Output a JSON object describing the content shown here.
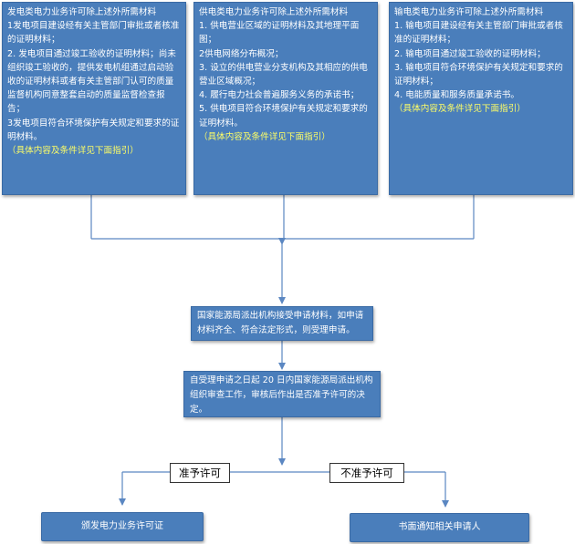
{
  "columns": [
    {
      "title": "发电类电力业务许可除上述外所需材料",
      "items": [
        "1发电项目建设经有关主管部门审批或者核准的证明材料；",
        "2. 发电项目通过竣工验收的证明材料；尚未组织竣工验收的，提供发电机组通过启动验收的证明材料或者有关主管部门认可的质量监督机构同意整套启动的质量监督检查报告；",
        "3发电项目符合环境保护有关规定和要求的证明材料。"
      ],
      "note": "（具体内容及条件详见下面指引）"
    },
    {
      "title": "供电类电力业务许可除上述外所需材料",
      "items": [
        "1. 供电营业区域的证明材料及其地理平面图；",
        "2供电网络分布概况；",
        "3. 设立的供电营业分支机构及其相应的供电营业区域概况；",
        "4. 履行电力社会普遍服务义务的承诺书；",
        "5. 供电项目符合环境保护有关规定和要求的证明材料。"
      ],
      "note": "（具体内容及条件详见下面指引）"
    },
    {
      "title": "输电类电力业务许可除上述外所需材料",
      "items": [
        "1. 输电项目建设经有关主管部门审批或者核准的证明材料；",
        "2. 输电项目通过竣工验收的证明材料；",
        "3. 输电项目符合环境保护有关规定和要求的证明材料；",
        "4. 电能质量和服务质量承诺书。"
      ],
      "note": "（具体内容及条件详见下面指引）"
    }
  ],
  "step1": "国家能源局派出机构接受申请材料，如申请材料齐全、符合法定形式，则受理申请。",
  "step2": "自受理申请之日起 20 日内国家能源局派出机构组织审查工作，审核后作出是否准予许可的决定。",
  "approve_label": "准予许可",
  "reject_label": "不准予许可",
  "approve_result": "颁发电力业务许可证",
  "reject_result": "书面通知相关申请人",
  "colors": {
    "box": "#4a7ebb",
    "note": "#ffff66",
    "line": "#5b87c2"
  }
}
